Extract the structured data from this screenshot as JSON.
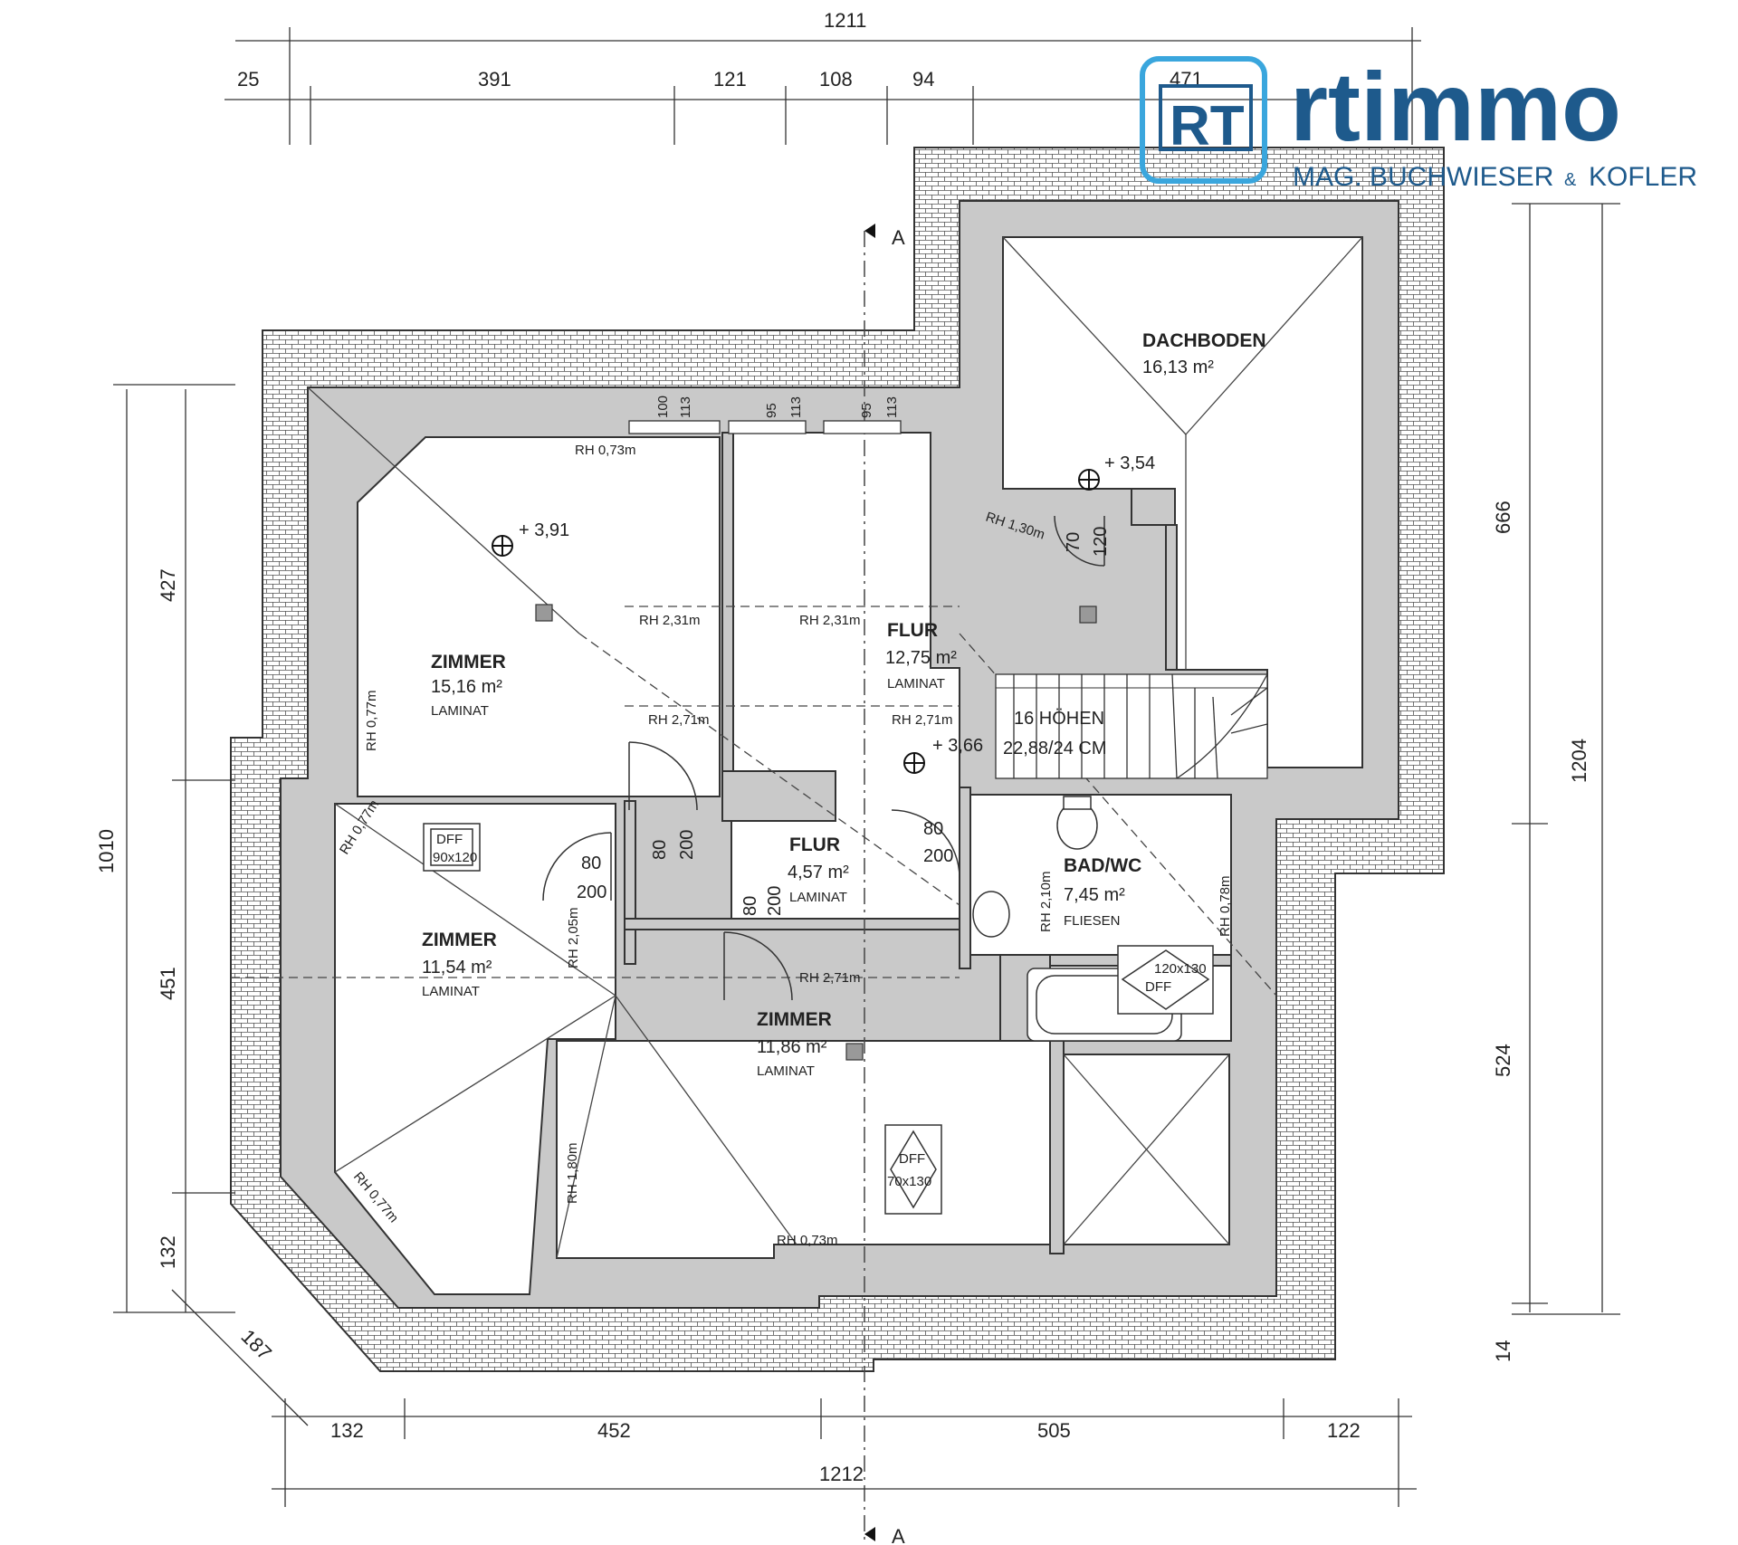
{
  "brand": {
    "name": "rtimmo",
    "subtitle_left": "MAG. BUCHWIESER",
    "subtitle_amp": "&",
    "subtitle_right": "KOFLER",
    "logo_letters": "RT",
    "colors": {
      "primary": "#1e5a8c",
      "accent": "#3aa6dd"
    }
  },
  "rooms": {
    "dachboden": {
      "name": "DACHBODEN",
      "area": "16,13 m²"
    },
    "zimmer_1": {
      "name": "ZIMMER",
      "area": "15,16 m²",
      "floor": "LAMINAT"
    },
    "zimmer_2": {
      "name": "ZIMMER",
      "area": "11,54 m²",
      "floor": "LAMINAT"
    },
    "zimmer_3": {
      "name": "ZIMMER",
      "area": "11,86 m²",
      "floor": "LAMINAT"
    },
    "flur_1": {
      "name": "FLUR",
      "area": "12,75 m²",
      "floor": "LAMINAT"
    },
    "flur_2": {
      "name": "FLUR",
      "area": "4,57 m²",
      "floor": "LAMINAT"
    },
    "bad": {
      "name": "BAD/WC",
      "area": "7,45 m²",
      "floor": "FLIESEN"
    }
  },
  "stairs": {
    "steps": "16 HÖHEN",
    "rise": "22,88/24 CM"
  },
  "levels": {
    "l1": "+ 3,91",
    "l2": "+ 3,54",
    "l3": "+ 3,66"
  },
  "section": {
    "marker": "A"
  },
  "dimensions": {
    "top_total": "1211",
    "top": [
      "25",
      "391",
      "121",
      "108",
      "94",
      "471"
    ],
    "bottom_total": "1212",
    "bottom": [
      "132",
      "452",
      "505",
      "122"
    ],
    "left_total": "1010",
    "left": [
      "427",
      "451",
      "132"
    ],
    "right_outer": "1204",
    "right": [
      "666",
      "524",
      "14"
    ],
    "diagonal": "187",
    "window_widths": [
      "100",
      "113",
      "95",
      "113",
      "95",
      "113"
    ]
  },
  "room_heights": {
    "rh_073_a": "RH 0,73m",
    "rh_231_a": "RH 2,31m",
    "rh_231_b": "RH 2,31m",
    "rh_130": "RH 1,30m",
    "rh_077_a": "RH 0,77m",
    "rh_271_a": "RH 2,71m",
    "rh_271_b": "RH 2,71m",
    "rh_077_b": "RH 0,77m",
    "rh_205": "RH 2,05m",
    "rh_210": "RH 2,10m",
    "rh_078": "RH 0,78m",
    "rh_271_c": "RH 2,71m",
    "rh_180": "RH 1,80m",
    "rh_077_c": "RH 0,77m",
    "rh_073_b": "RH 0,73m"
  },
  "doors": {
    "d1_w": "80",
    "d1_h": "200",
    "d2_w": "80",
    "d2_h": "200",
    "d3_w": "80",
    "d3_h": "200",
    "d4_w": "80",
    "d4_h": "200",
    "d5_w": "70",
    "d5_h": "120"
  },
  "skylights": {
    "s1_label": "DFF",
    "s1_size": "90x120",
    "s2_label": "DFF",
    "s2_size": "70x130",
    "s3_label": "DFF",
    "s3_size": "120x130"
  }
}
